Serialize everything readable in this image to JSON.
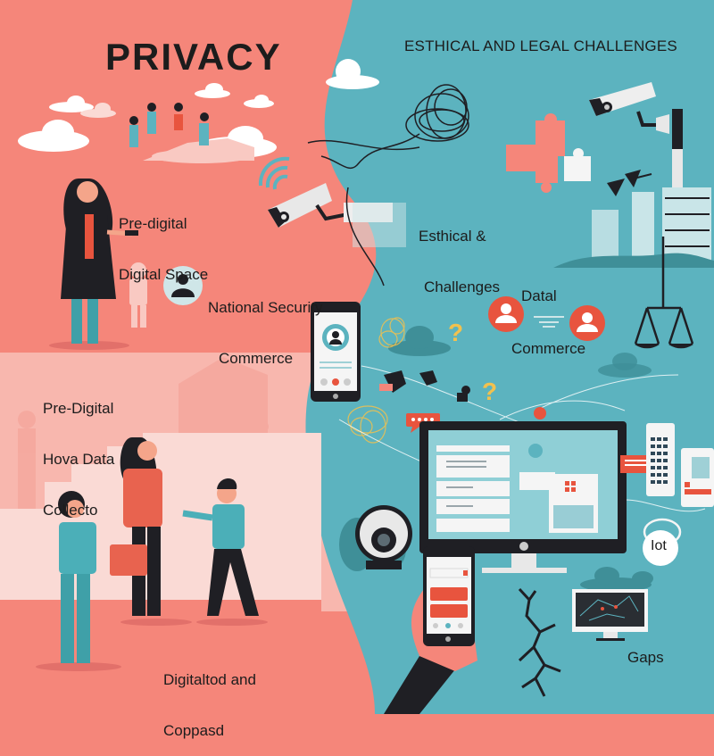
{
  "title": "PRIVACY",
  "subtitle": "ESTHICAL AND LEGAL CHALLENGES",
  "left_panel": {
    "label_pre_digital_space": [
      "Pre-digital",
      "Digital Space"
    ],
    "label_national_security": [
      "National Security",
      "Commerce"
    ],
    "label_pre_digital_data": [
      "Pre-Digital",
      "Hova Data",
      "Collecto"
    ],
    "label_bottom": [
      "Digitaltod and",
      "Coppasd"
    ]
  },
  "right_panel": {
    "label_ethical": [
      "Esthical &",
      "Challenges"
    ],
    "label_datal": "Datal",
    "label_commerce": "Commerce",
    "label_iot": "Iot",
    "label_gaps": "Gaps"
  },
  "colors": {
    "coral": "#f5867a",
    "coral_light": "#f8b4ab",
    "teal": "#5cb3bf",
    "teal_dark": "#3f8f98",
    "dark": "#1f1f24",
    "orange_red": "#e8543e",
    "yellow": "#f2c14e",
    "white": "#ffffff"
  },
  "icons": [
    "cloud-icon",
    "wifi-icon",
    "security-camera-icon",
    "user-avatar-icon",
    "puzzle-icon",
    "scales-of-justice-icon",
    "smartphone-icon",
    "monitor-icon",
    "question-mark-icon",
    "chat-bubble-icon",
    "crack-icon",
    "iot-tag-icon",
    "tangled-wire-icon",
    "building-icon",
    "satellite-dish-icon"
  ]
}
